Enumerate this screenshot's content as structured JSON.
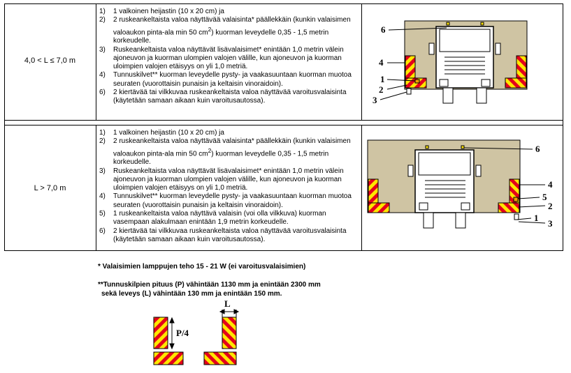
{
  "rows": [
    {
      "dimension": "4,0 < L ≤ 7,0 m",
      "items": [
        {
          "n": "1)",
          "html": "1 valkoinen heijastin (10 x 20 cm) ja"
        },
        {
          "n": "2)",
          "html": "2 ruskeankeltaista valoa näyttävää valaisinta* päällekkäin (kunkin valaisimen valoaukon pinta-ala min 50 cm<sup>2</sup>) kuorman leveydelle 0,35 - 1,5 metrin korkeudelle."
        },
        {
          "n": "3)",
          "html": "Ruskeankeltaista valoa näyttävät lisävalaisimet* enintään 1,0 metrin välein ajoneuvon ja kuorman ulompien valojen välille, kun ajoneuvon ja kuorman uloimpien valojen etäisyys on yli 1,0 metriä."
        },
        {
          "n": "4)",
          "html": "Tunnuskilvet** kuorman leveydelle pysty- ja vaakasuuntaan kuorman muotoa seuraten (vuorottaisin punaisin ja keltaisin vinoraidoin)."
        },
        {
          "n": "6)",
          "html": "2 kiertävää tai vilkkuvaa ruskeankeltaista valoa näyttävää varoitusvalaisinta (käytetään samaan aikaan kuin varoitusautossa)."
        }
      ],
      "callouts": [
        "6",
        "4",
        "1",
        "2",
        "3"
      ]
    },
    {
      "dimension": "L > 7,0 m",
      "items": [
        {
          "n": "1)",
          "html": "1 valkoinen heijastin (10 x 20 cm) ja"
        },
        {
          "n": "2)",
          "html": "2 ruskeankeltaista valoa näyttävää valaisinta* päällekkäin (kunkin valaisimen valoaukon pinta-ala min 50 cm<sup>2</sup>) kuorman leveydelle 0,35 - 1,5 metrin korkeudelle."
        },
        {
          "n": "3)",
          "html": "Ruskeankeltaista valoa näyttävät lisävalaisimet* enintään 1,0 metrin välein ajoneuvon ja kuorman ulompien valojen välille, kun ajoneuvon ja kuorman uloimpien valojen etäisyys on yli 1,0 metriä."
        },
        {
          "n": "4)",
          "html": "Tunnuskilvet** kuorman leveydelle pysty- ja vaakasuuntaan kuorman muotoa seuraten (vuorottaisin punaisin ja keltaisin vinoraidoin)."
        },
        {
          "n": "5)",
          "html": "1 ruskeankeltaista valoa näyttävä valaisin (voi olla vilkkuva) kuorman vasempaan alakulmaan enintään 1,9 metrin korkeudelle."
        },
        {
          "n": "6)",
          "html": "2 kiertävää tai vilkkuvaa ruskeankeltaista valoa näyttävää varoitusvalaisinta (käytetään samaan aikaan kuin varoitusautossa)."
        }
      ],
      "callouts": [
        "6",
        "4",
        "5",
        "2",
        "1",
        "3"
      ]
    }
  ],
  "notes": {
    "lamp_power": "* Valaisimien lamppujen teho 15 - 21 W (ei varoitusvalaisimien)",
    "sign_dims_line1": "**Tunnuskilpien pituus (P) vähintään 1130 mm ja enintään 2300 mm",
    "sign_dims_line2": "sekä leveys (L) vähintään 130 mm ja enintään 150 mm."
  },
  "sign_labels": {
    "p4": "P/4",
    "l": "L"
  },
  "colors": {
    "load": "#cfc4a3",
    "stripe_red": "#e4001b",
    "stripe_yellow": "#ffe600"
  }
}
